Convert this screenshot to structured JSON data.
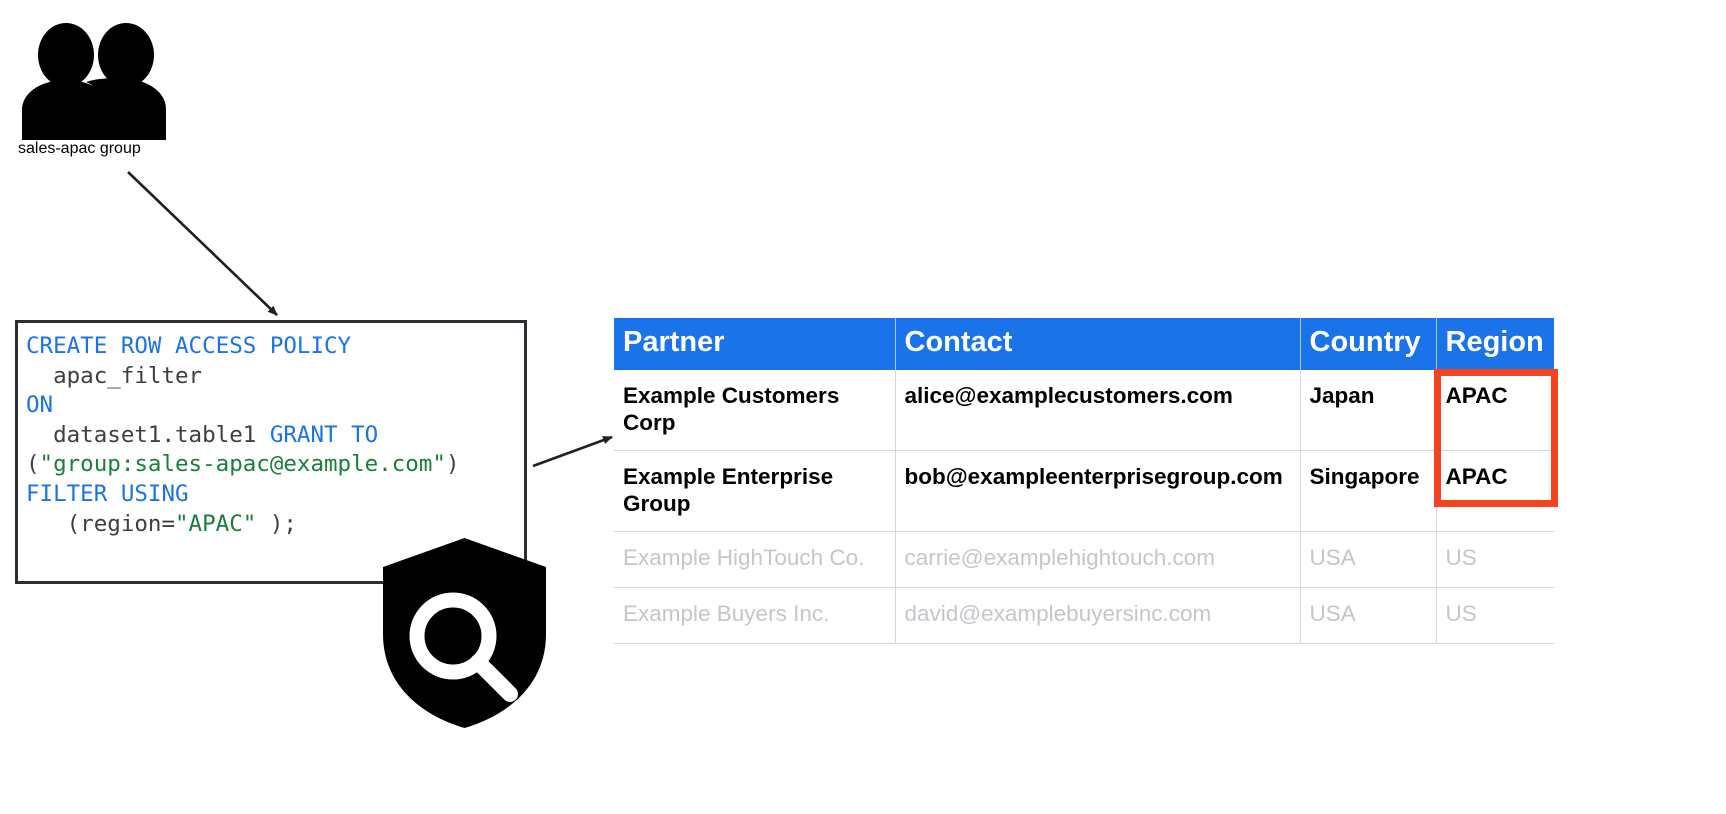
{
  "group": {
    "icon": "people-group-icon",
    "label": "sales-apac group"
  },
  "code_box": {
    "icon": "shield-search-icon",
    "language": "sql",
    "colors": {
      "keyword": "#1a73e8",
      "string": "#188038",
      "plain": "#3c4043",
      "border": "#2b2d33"
    },
    "lines": [
      {
        "tokens": [
          {
            "t": "CREATE ROW ACCESS POLICY",
            "c": "kw"
          }
        ]
      },
      {
        "tokens": [
          {
            "t": "  apac_filter",
            "c": "pl"
          }
        ]
      },
      {
        "tokens": [
          {
            "t": "ON",
            "c": "kw"
          }
        ]
      },
      {
        "tokens": [
          {
            "t": "  dataset1.table1 ",
            "c": "pl"
          },
          {
            "t": "GRANT TO",
            "c": "kw"
          }
        ]
      },
      {
        "tokens": [
          {
            "t": "(",
            "c": "pl"
          },
          {
            "t": "\"group:sales-apac@example.com\"",
            "c": "str"
          },
          {
            "t": ")",
            "c": "pl"
          }
        ]
      },
      {
        "tokens": [
          {
            "t": "FILTER USING",
            "c": "kw"
          }
        ]
      },
      {
        "tokens": [
          {
            "t": "   (region=",
            "c": "pl"
          },
          {
            "t": "\"APAC\"",
            "c": "str"
          },
          {
            "t": " );",
            "c": "pl"
          }
        ]
      }
    ]
  },
  "table": {
    "header_color": "#1a73e8",
    "highlight_color": "#f4431f",
    "columns": [
      "Partner",
      "Contact",
      "Country",
      "Region"
    ],
    "rows": [
      {
        "state": "visible",
        "cells": [
          "Example Customers Corp",
          "alice@examplecustomers.com",
          "Japan",
          "APAC"
        ]
      },
      {
        "state": "visible",
        "cells": [
          "Example Enterprise Group",
          "bob@exampleenterprisegroup.com",
          "Singapore",
          "APAC"
        ]
      },
      {
        "state": "filtered-out",
        "cells": [
          "Example HighTouch Co.",
          "carrie@examplehightouch.com",
          "USA",
          "US"
        ]
      },
      {
        "state": "filtered-out",
        "cells": [
          "Example Buyers Inc.",
          "david@examplebuyersinc.com",
          "USA",
          "US"
        ]
      }
    ]
  },
  "annotations": {
    "arrow_group_to_policy": "arrow-group-to-policy",
    "arrow_policy_to_table": "arrow-policy-to-table"
  }
}
